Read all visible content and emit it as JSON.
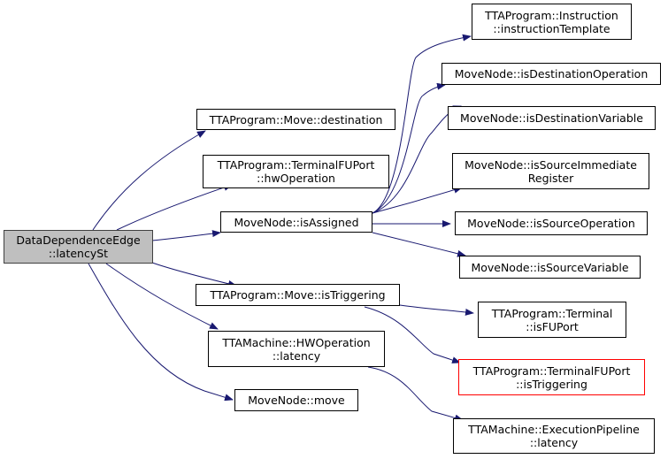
{
  "colors": {
    "edge": "#191970",
    "node_border": "#000000",
    "root_fill": "#bfbfbf",
    "root_border": "#404040",
    "highlight_border": "#ff0000"
  },
  "nodes": {
    "root": {
      "line1": "DataDependenceEdge",
      "line2": "::latencySt"
    },
    "move_destination": {
      "line1": "TTAProgram::Move::destination"
    },
    "terminalfuport_hwoperation": {
      "line1": "TTAProgram::TerminalFUPort",
      "line2": "::hwOperation"
    },
    "movenode_isassigned": {
      "line1": "MoveNode::isAssigned"
    },
    "move_istriggering": {
      "line1": "TTAProgram::Move::isTriggering"
    },
    "hwoperation_latency": {
      "line1": "TTAMachine::HWOperation",
      "line2": "::latency"
    },
    "movenode_move": {
      "line1": "MoveNode::move"
    },
    "instruction_template": {
      "line1": "TTAProgram::Instruction",
      "line2": "::instructionTemplate"
    },
    "isdestinationoperation": {
      "line1": "MoveNode::isDestinationOperation"
    },
    "isdestinationvariable": {
      "line1": "MoveNode::isDestinationVariable"
    },
    "issourceimmediateregister": {
      "line1": "MoveNode::isSourceImmediate",
      "line2": "Register"
    },
    "issourceoperation": {
      "line1": "MoveNode::isSourceOperation"
    },
    "issourcevariable": {
      "line1": "MoveNode::isSourceVariable"
    },
    "terminal_isfuport": {
      "line1": "TTAProgram::Terminal",
      "line2": "::isFUPort"
    },
    "terminalfuport_istriggering": {
      "line1": "TTAProgram::TerminalFUPort",
      "line2": "::isTriggering"
    },
    "executionpipeline_latency": {
      "line1": "TTAMachine::ExecutionPipeline",
      "line2": "::latency"
    }
  }
}
